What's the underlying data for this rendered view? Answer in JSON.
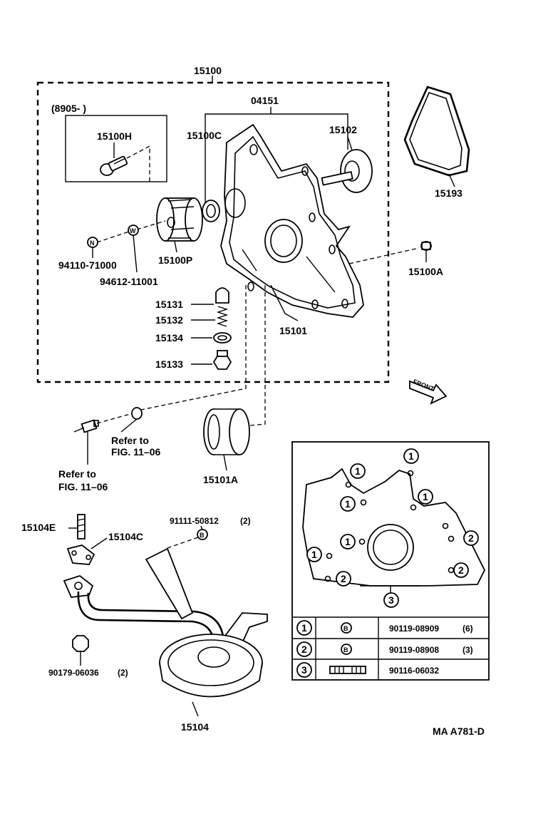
{
  "labels": {
    "assy": "15100",
    "date_range": "(8905-        )",
    "kit": "04151",
    "relief_bolt": "15100H",
    "cover_seal": "15100C",
    "rotor": "15102",
    "gasket": "15193",
    "pin_n": "94110-71000",
    "pin_w": "94612-11001",
    "driven_gear": "15100P",
    "plug": "15100A",
    "valve": "15131",
    "spring": "15132",
    "washer": "15134",
    "plug_relief": "15133",
    "body": "15101",
    "oil_seal": "15101A",
    "refer_a_1": "Refer to",
    "refer_a_2": "FIG. 11–06",
    "refer_b_1": "Refer to",
    "refer_b_2": "FIG. 11–06",
    "stud": "15104E",
    "strainer_gasket": "15104C",
    "bolt_b": "91111-50812",
    "bolt_b_qty": "(2)",
    "nut": "90179-06036",
    "nut_qty": "(2)",
    "strainer": "15104",
    "front": "FRONT",
    "figure_code": "MA A781-D",
    "marker_n": "N",
    "marker_w": "W",
    "marker_b": "B"
  },
  "inset_callouts": [
    "1",
    "1",
    "1",
    "1",
    "1",
    "1",
    "2",
    "2",
    "2",
    "3"
  ],
  "table": {
    "rows": [
      {
        "num": "1",
        "symbol": "B",
        "part": "90119-08909",
        "qty": "(6)"
      },
      {
        "num": "2",
        "symbol": "B",
        "part": "90119-08908",
        "qty": "(3)"
      },
      {
        "num": "3",
        "symbol": "stud-icon",
        "part": "90116-06032",
        "qty": ""
      }
    ]
  }
}
